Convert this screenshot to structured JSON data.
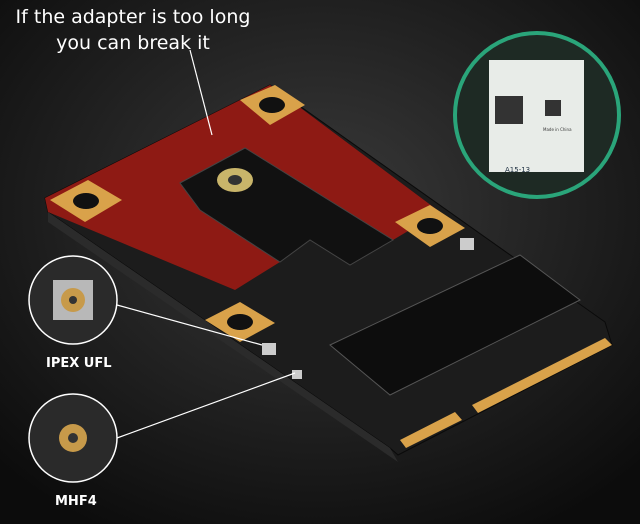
{
  "caption": {
    "line1": "If the adapter is too long",
    "line2": "you can break it"
  },
  "callouts": {
    "ipex": "IPEX UFL",
    "mhf4": "MHF4"
  },
  "inset_card": {
    "model_marking": "A15-13",
    "made_in": "Made in China"
  },
  "colors": {
    "board": "#1b1b1b",
    "breakaway": "#8e1a14",
    "gold": "#d9a24a",
    "inset_ring": "#2aa57a"
  }
}
